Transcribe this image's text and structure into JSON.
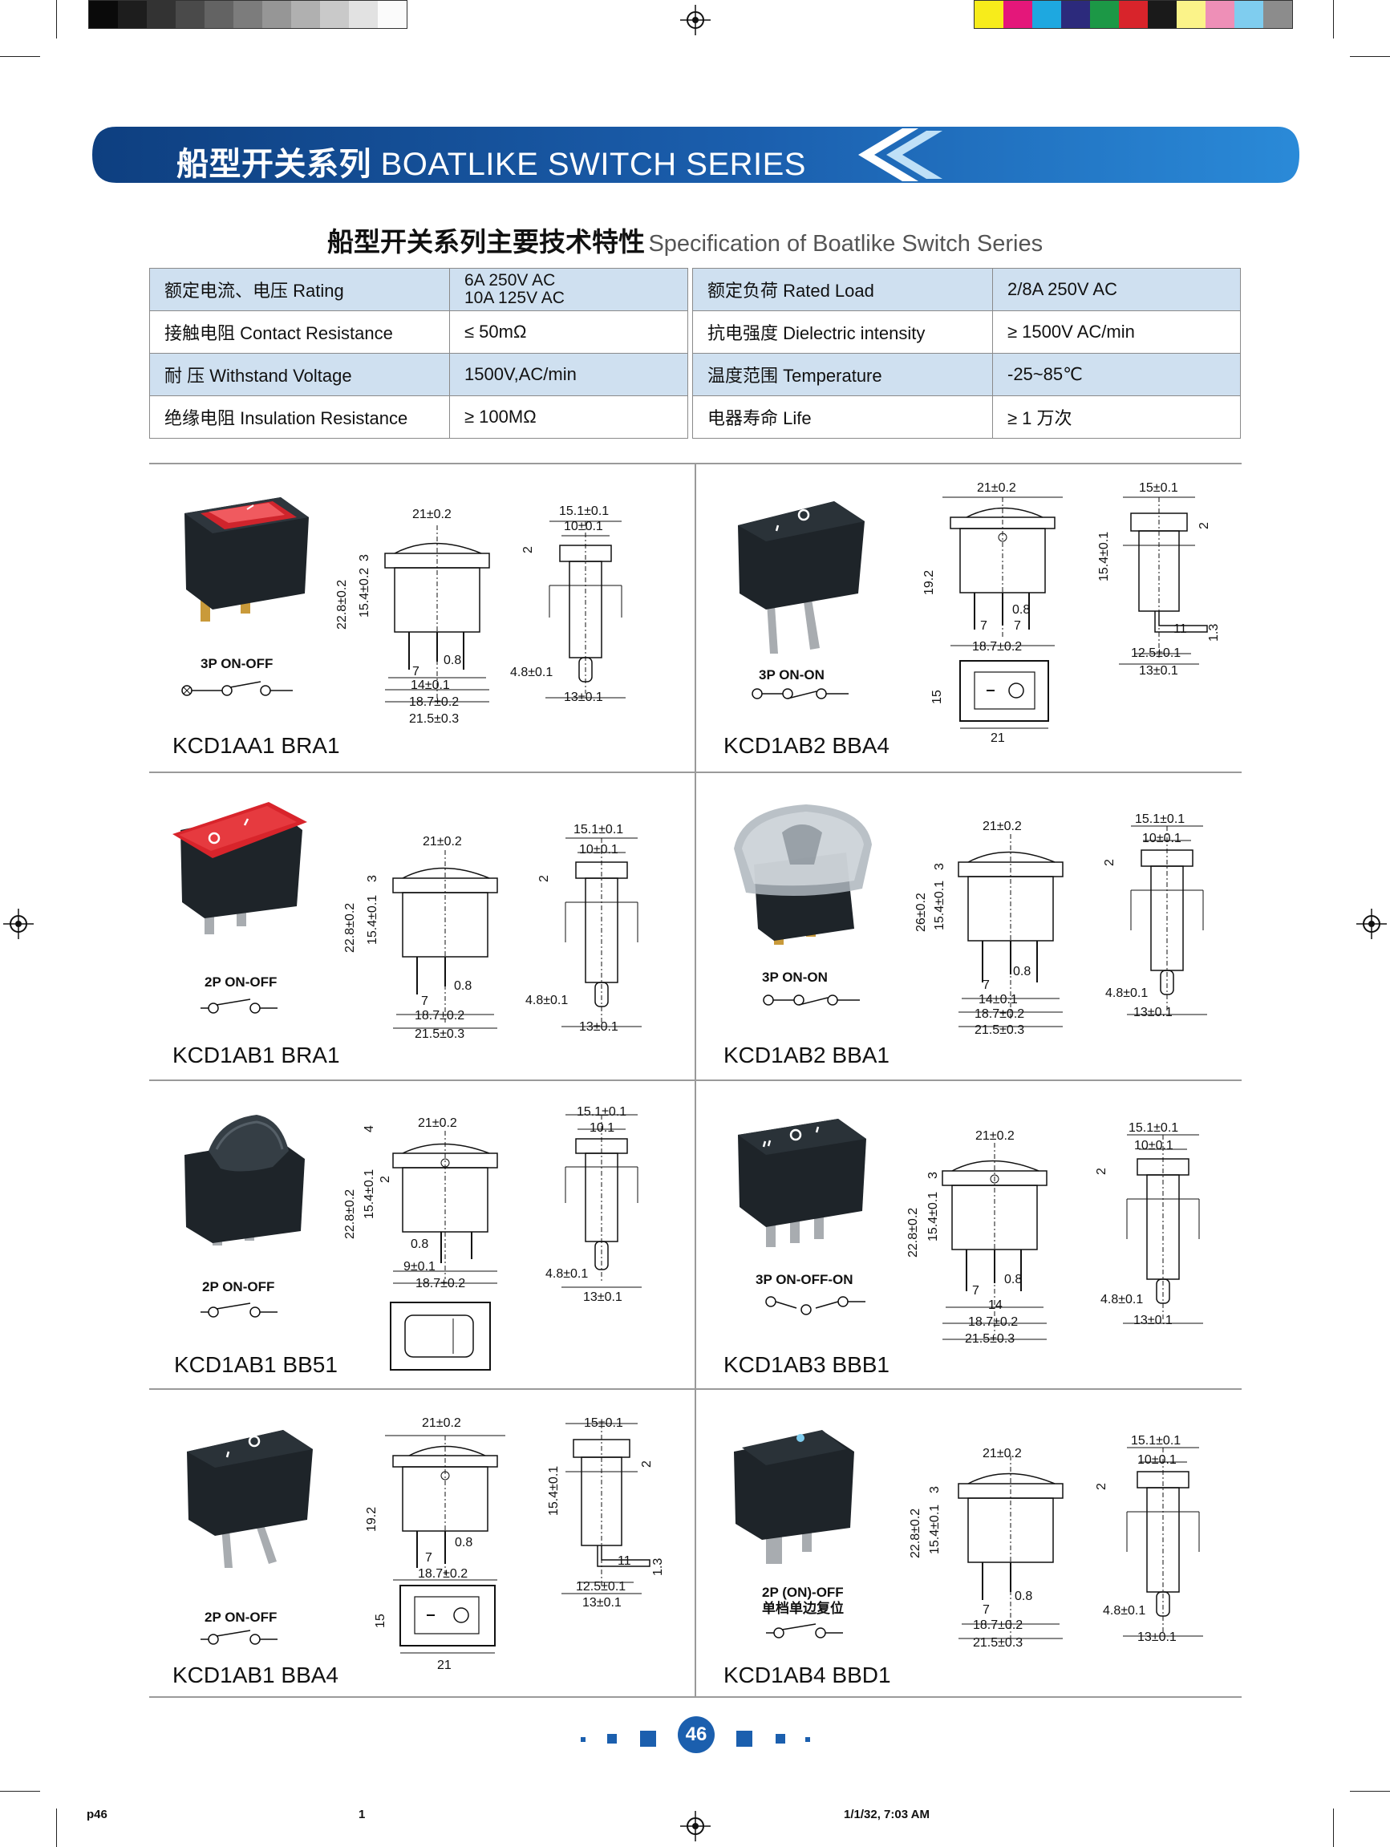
{
  "header": {
    "title_zh": "船型开关系列",
    "title_en": "BOATLIKE SWITCH SERIES"
  },
  "spec": {
    "heading_zh": "船型开关系列主要技术特性",
    "heading_en": "Specification of Boatlike Switch Series",
    "rows": [
      {
        "l1": "额定电流、电压 Rating",
        "v1a": "6A  250V AC",
        "v1b": "10A  125V AC",
        "l2": "额定负荷 Rated Load",
        "v2": "2/8A 250V AC"
      },
      {
        "l1": "接触电阻 Contact Resistance",
        "v1a": "≤ 50mΩ",
        "v1b": "",
        "l2": "抗电强度 Dielectric intensity",
        "v2": "≥ 1500V AC/min"
      },
      {
        "l1": "耐      压 Withstand Voltage",
        "v1a": "1500V,AC/min",
        "v1b": "",
        "l2": "温度范围 Temperature",
        "v2": "-25~85℃"
      },
      {
        "l1": "绝缘电阻 Insulation Resistance",
        "v1a": "≥ 100MΩ",
        "v1b": "",
        "l2": "电器寿命 Life",
        "v2": "≥ 1 万次"
      }
    ]
  },
  "products": [
    {
      "model": "KCD1AA1   BRA1",
      "type": "3P  ON-OFF"
    },
    {
      "model": "KCD1AB2   BBA4",
      "type": "3P  ON-ON"
    },
    {
      "model": "KCD1AB1   BRA1",
      "type": "2P  ON-OFF"
    },
    {
      "model": "KCD1AB2   BBA1",
      "type": "3P  ON-ON"
    },
    {
      "model": "KCD1AB1   BB51",
      "type": "2P  ON-OFF"
    },
    {
      "model": "KCD1AB3   BBB1",
      "type": "3P  ON-OFF-ON"
    },
    {
      "model": "KCD1AB1   BBA4",
      "type": "2P  ON-OFF"
    },
    {
      "model": "KCD1AB4   BBD1",
      "type": "2P  (ON)-OFF",
      "type2": "单档单边复位"
    }
  ],
  "dims": {
    "w21_02": "21±0.2",
    "w21": "21",
    "w15_1": "15.1±0.1",
    "w10_1": "10±0.1",
    "w10_1b": "10.1",
    "w15_01": "15±0.1",
    "h22_8": "22.8±0.2",
    "h15_4": "15.4±0.1",
    "h15_4b": "15.4±0.2",
    "h26": "26±0.2",
    "h19_2": "19.2",
    "h15": "15",
    "d3": "3",
    "d2": "2",
    "d4": "4",
    "d7": "7",
    "d08": "0.8",
    "d14": "14±0.1",
    "d14b": "14",
    "d18_7": "18.7±0.2",
    "d21_5": "21.5±0.3",
    "d4_8": "4.8±0.1",
    "d13": "13±0.1",
    "d11": "11",
    "d12_5": "12.5±0.1",
    "d1_3": "1.3",
    "d9": "9±0.1"
  },
  "footer": {
    "page_number": "46",
    "slug_left": "p46",
    "slug_mid": "1",
    "slug_right": "1/1/32, 7:03 AM"
  },
  "colors": {
    "banner_blue": "#1b5fae",
    "banner_dark": "#0e3f80",
    "table_shade": "#cfe0f0",
    "rocker_red": "#d8242b",
    "switch_body": "#1e2429"
  }
}
